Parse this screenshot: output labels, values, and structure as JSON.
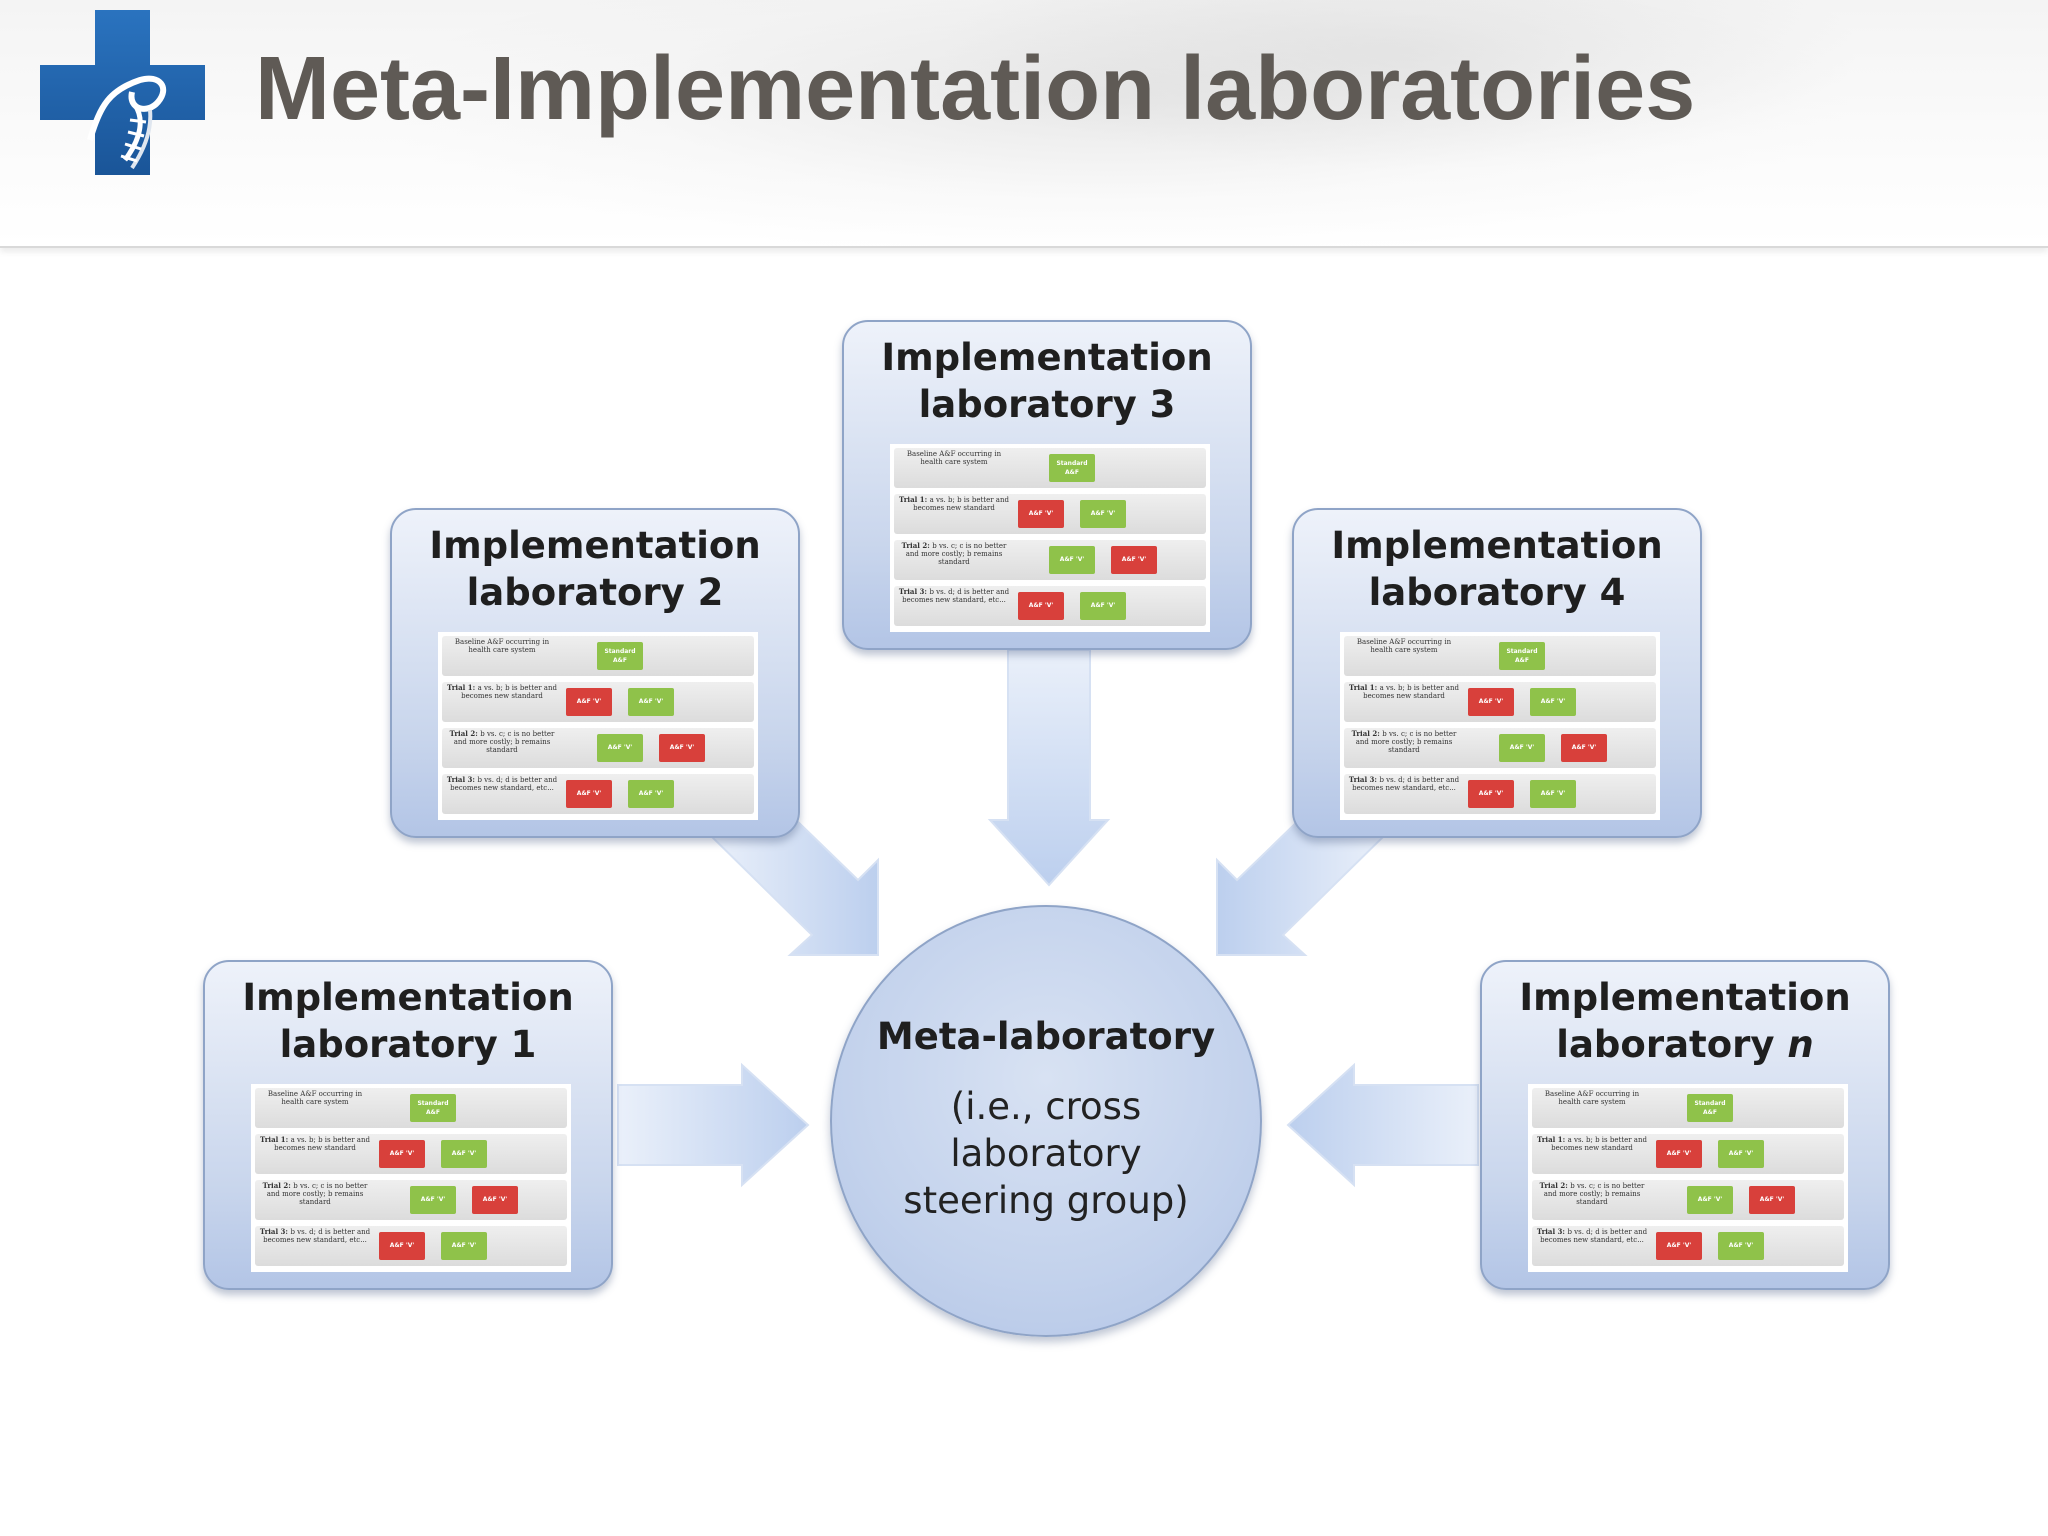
{
  "header": {
    "title": "Meta-Implementation laboratories"
  },
  "labs": [
    {
      "line1": "Implementation",
      "line2": "laboratory 1"
    },
    {
      "line1": "Implementation",
      "line2": "laboratory 2"
    },
    {
      "line1": "Implementation",
      "line2": "laboratory 3"
    },
    {
      "line1": "Implementation",
      "line2": "laboratory 4"
    },
    {
      "line1": "Implementation",
      "line2_prefix": "laboratory ",
      "line2_suffix": "n"
    }
  ],
  "mini_table": {
    "rows": [
      {
        "bold": "",
        "text": "Baseline A&F occurring in health care system"
      },
      {
        "bold": "Trial 1:",
        "text": "a vs. b; b is better and becomes new standard"
      },
      {
        "bold": "Trial 2:",
        "text": "b vs. c; c is no better and more costly; b remains standard"
      },
      {
        "bold": "Trial 3:",
        "text": "b vs. d; d is better and becomes new standard, etc..."
      }
    ],
    "chips": {
      "standard": "Standard A&F",
      "variant": "A&F 'V'"
    }
  },
  "meta": {
    "title": "Meta-laboratory",
    "sub_line1": "(i.e., cross",
    "sub_line2": "laboratory",
    "sub_line3": "steering group)"
  },
  "colors": {
    "title": "#5f5a55",
    "box_fill": "#c8d5ec",
    "box_border": "#8fa4c7",
    "chip_green": "#8fc24a",
    "chip_red": "#d8403b",
    "arrow": "#c9d8f0",
    "logo_blue": "#1f5fa8"
  },
  "icons": [
    "cross-dna-logo"
  ]
}
